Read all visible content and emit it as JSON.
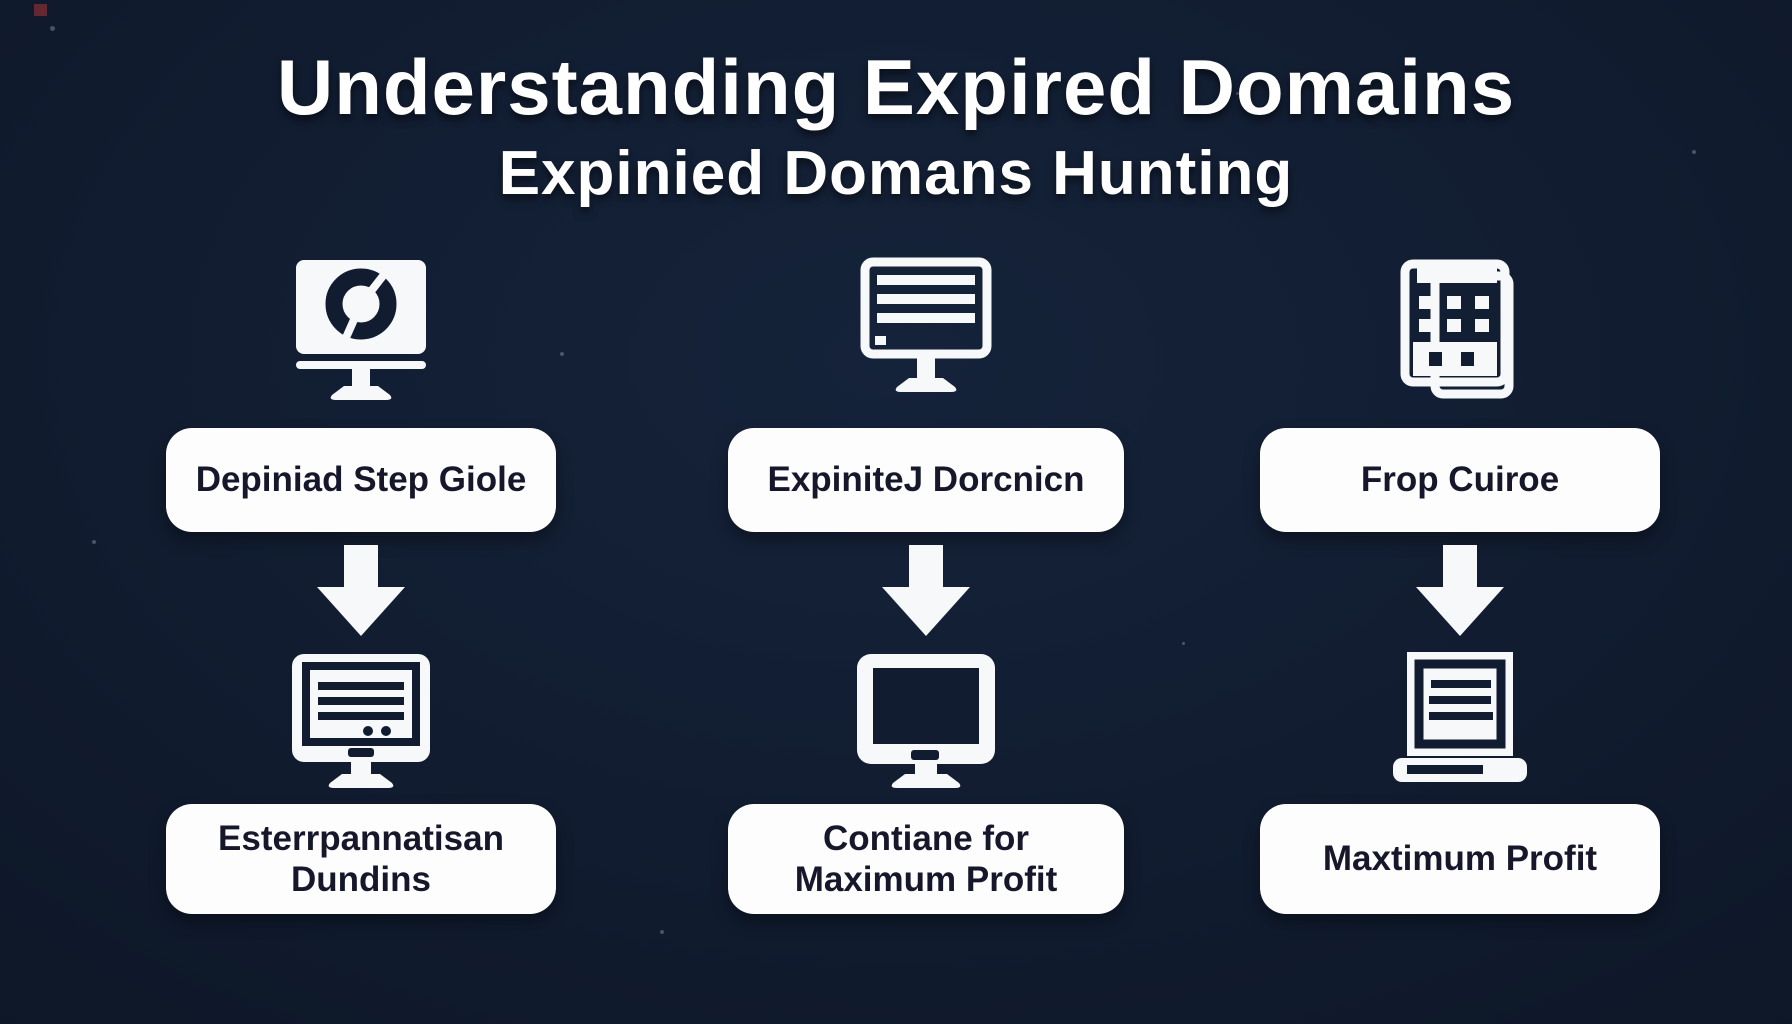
{
  "header": {
    "title": "Understanding Expired Domains",
    "subtitle": "Expinied Domans Hunting"
  },
  "flow": {
    "columns": [
      {
        "top_icon": "monitor-pie-chart-icon",
        "top_label": "Depiniad Step Giole",
        "arrow_icon": "down-arrow-icon",
        "bottom_icon": "monitor-document-icon",
        "bottom_label": "Esterrpannatisan Dundins"
      },
      {
        "top_icon": "monitor-list-icon",
        "top_label": "ExpiniteJ Dorcnicn",
        "arrow_icon": "down-arrow-icon",
        "bottom_icon": "monitor-blank-screen-icon",
        "bottom_label": "Contiane for Maximum Profit"
      },
      {
        "top_icon": "calendar-grid-icon",
        "top_label": "Frop Cuiroe",
        "arrow_icon": "down-arrow-icon",
        "bottom_icon": "laptop-document-icon",
        "bottom_label": "Maxtimum Profit"
      }
    ]
  },
  "colors": {
    "background": "#111c30",
    "card_background": "#fdfdfe",
    "card_text": "#16172b",
    "icon_white": "#f6f8fa",
    "title_text": "#ffffff",
    "corner_artifact": "#6e2a33"
  }
}
